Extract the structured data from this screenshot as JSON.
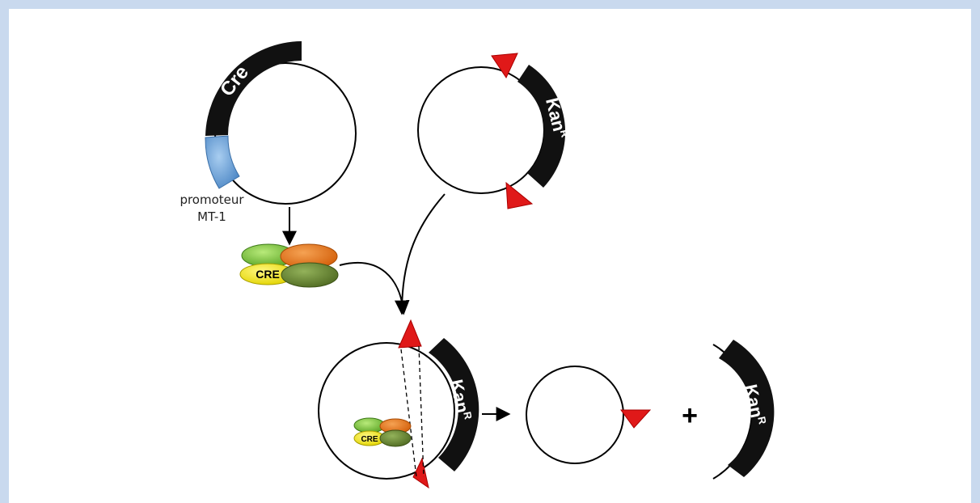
{
  "plasmid_cre": {
    "gene_label": "Cre",
    "promoter_label_line1": "promoteur",
    "promoter_label_line2": "MT-1"
  },
  "plasmid_kan": {
    "gene_label": "Kan",
    "gene_superscript": "R"
  },
  "cre_protein": {
    "label": "CRE"
  },
  "recombination_complex": {
    "gene_label": "Kan",
    "gene_superscript": "R",
    "protein_label": "CRE"
  },
  "products": {
    "plus_sign": "+",
    "excised_label": "Kan",
    "excised_superscript": "R"
  },
  "colors": {
    "frame": "#c9d9ee",
    "gene_block": "#111111",
    "promoter": "#5f9bd6",
    "loxp": "#e01919",
    "protein_light_green": "#7cc23f",
    "protein_orange": "#e87a17",
    "protein_olive": "#6b8a33",
    "protein_yellow": "#f2e600"
  }
}
